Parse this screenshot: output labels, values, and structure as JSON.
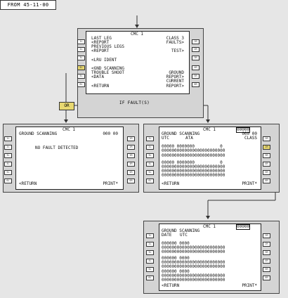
{
  "header": {
    "from_label": "FROM 45-11-00"
  },
  "connector": {
    "or_label": "OR",
    "fault_label": "IF FAULT(S)"
  },
  "lsk_labels": {
    "left": [
      "1L",
      "2L",
      "3L",
      "4L",
      "5L",
      "6L"
    ],
    "right": [
      "1R",
      "2R",
      "3R",
      "4R",
      "5R",
      "6R"
    ]
  },
  "screens": {
    "top": {
      "title": "CMC 1",
      "rows": [
        {
          "left": "LAST LEG",
          "right": "CLASS 3"
        },
        {
          "left": "<REPORT",
          "right": "FAULTS>"
        },
        {
          "left": "PREVIOUS LEGS",
          "right": ""
        },
        {
          "left": "<REPORT",
          "right": "TEST>"
        },
        {
          "left": "",
          "right": ""
        },
        {
          "left": "<LRU IDENT",
          "right": ""
        },
        {
          "left": "",
          "right": ""
        },
        {
          "left": "<GND SCANNING",
          "right": ""
        },
        {
          "left": "TROUBLE SHOOT",
          "right": "GROUND"
        },
        {
          "left": "<DATA",
          "right": "REPORT>"
        },
        {
          "left": "",
          "right": "CURRENT"
        },
        {
          "left": "<RETURN",
          "right": "REPORT>"
        }
      ]
    },
    "left": {
      "title": "CMC 1",
      "subtitle": "GROUND SCANNING",
      "page": "000 00",
      "message": "NO FAULT DETECTED",
      "return_label": "<RETURN",
      "print_label": "PRINT*"
    },
    "right": {
      "title": "CMC 1",
      "page_box": "00000",
      "subtitle": "GROUND SCANNING",
      "page": "000 00",
      "col_utc": "UTC",
      "col_ata": "ATA",
      "col_class": "CLASS",
      "data_rows": [
        "00000 0000000          0",
        "0000000000000000000000000",
        "0000000000000000000000000",
        "00000 0000000          0",
        "0000000000000000000000000",
        "0000000000000000000000000",
        "0000000000000000000000000"
      ],
      "return_label": "<RETURN",
      "print_label": "PRINT*"
    },
    "bottom": {
      "title": "CMC 1",
      "page_box": "00000",
      "subtitle": "GROUND SCANNING",
      "col_date": "DATE",
      "col_utc": "UTC",
      "data_rows": [
        "000000 0000",
        "0000000000000000000000000",
        "0000000000000000000000000",
        "000000 0000",
        "0000000000000000000000000",
        "0000000000000000000000000",
        "000000 0000",
        "0000000000000000000000000",
        "0000000000000000000000000"
      ],
      "return_label": "<RETURN",
      "print_label": "PRINT*"
    }
  }
}
